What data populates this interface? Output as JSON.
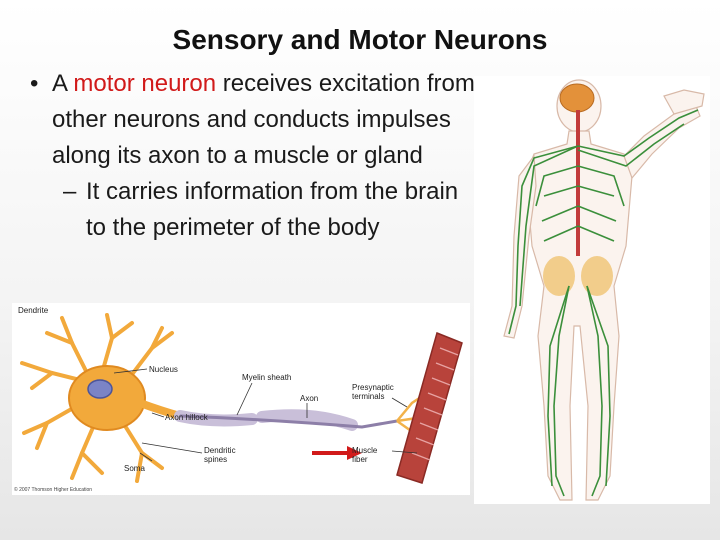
{
  "slide": {
    "title": "Sensory and Motor Neurons",
    "bullet_marker": "•",
    "bullet_lead": "A ",
    "bullet_term": "motor neuron",
    "bullet_rest": " receives excitation from other neurons and conducts impulses along its axon to a muscle or gland",
    "sub_marker": "–",
    "sub_text": "It carries information from the brain to the perimeter of the body"
  },
  "neuron_diagram": {
    "labels": {
      "dendrite": "Dendrite",
      "nucleus": "Nucleus",
      "myelin": "Myelin sheath",
      "axon": "Axon",
      "presyn1": "Presynaptic",
      "presyn2": "terminals",
      "hillock": "Axon hillock",
      "soma": "Soma",
      "spines1": "Dendritic",
      "spines2": "spines",
      "muscle1": "Muscle",
      "muscle2": "fiber",
      "copyright": "© 2007 Thomson Higher Education"
    }
  },
  "colors": {
    "accent": "#d11a1a",
    "soma": "#f2a93b",
    "nucleus": "#7b84c6",
    "myelin": "#c9bfd9",
    "muscle": "#b8433b",
    "nerves": "#3b8f3b",
    "brain": "#e3913a",
    "spine": "#c23b3b"
  }
}
